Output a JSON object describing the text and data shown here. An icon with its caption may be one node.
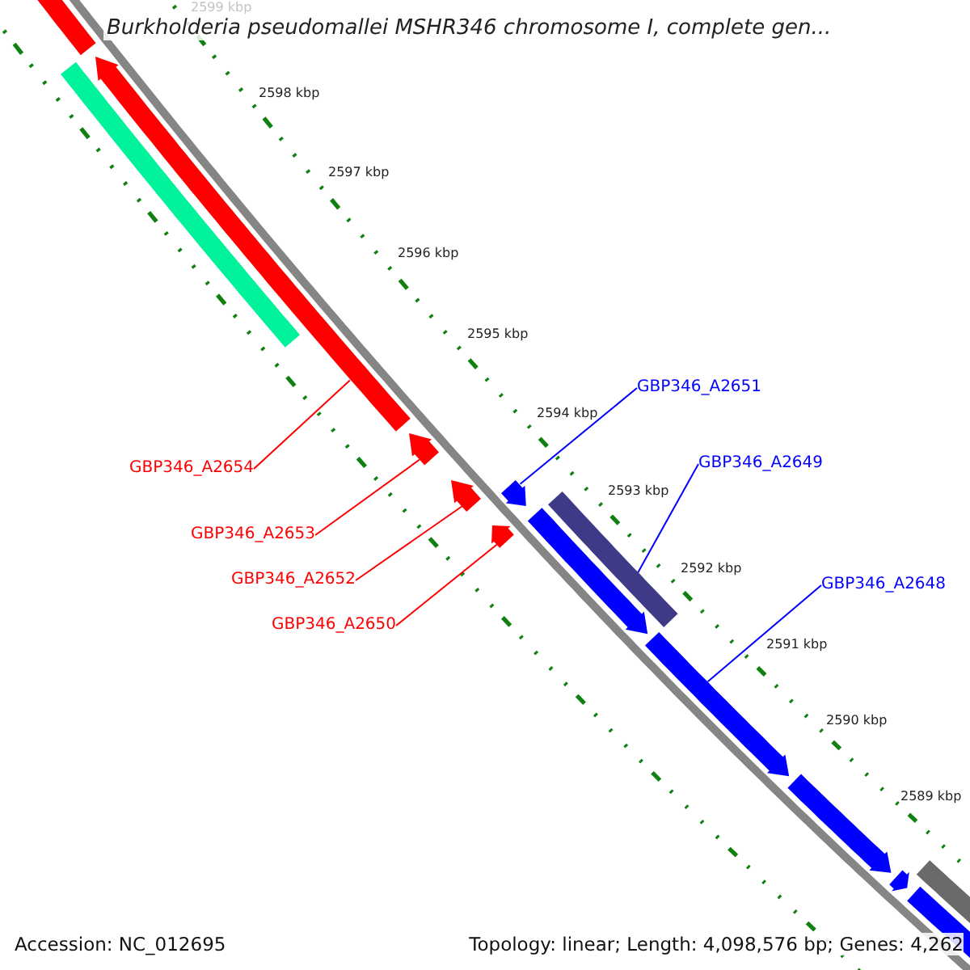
{
  "diagram": {
    "title": "Burkholderia pseudomallei MSHR346 chromosome I, complete gen...",
    "nodes": [
      {
        "text": [
          "GBP346_A2651"
        ]
      },
      {
        "text": [
          "GBP346_A2649"
        ]
      },
      {
        "text": [
          "GBP346_A2654"
        ]
      },
      {
        "text": [
          "GBP346_A2653"
        ]
      },
      {
        "text": [
          "GBP346_A2652"
        ]
      },
      {
        "text": [
          "GBP346_A2648"
        ]
      },
      {
        "text": [
          "GBP346_A2650"
        ]
      },
      {
        "text": [],
        "shape": "pentagon"
      },
      {
        "text": [],
        "shape": "pentagon"
      },
      {
        "text": [],
        "shape": "pentagon"
      },
      {
        "text": [],
        "shape": "pentagon"
      },
      {
        "text": [],
        "shape": "pentagon"
      },
      {
        "text": [],
        "shape": "bar"
      },
      {
        "text": [],
        "shape": "pentagon"
      }
    ],
    "edges": [
      {
        "from": 0,
        "to": 10,
        "arrow": "none",
        "color": "#0000ff"
      },
      {
        "from": 1,
        "to": 12,
        "arrow": "none",
        "color": "#0000ff"
      },
      {
        "from": 2,
        "to": 7,
        "arrow": "none"
      },
      {
        "from": 3,
        "to": 8,
        "arrow": "none"
      },
      {
        "from": 4,
        "to": 9,
        "arrow": "none"
      },
      {
        "from": 5,
        "to": 13,
        "arrow": "none",
        "color": "#0000ff"
      },
      {
        "from": 6,
        "to": 11,
        "arrow": "none"
      }
    ],
    "labels": [
      "2599 kbp",
      "2598 kbp",
      "2597 kbp",
      "2596 kbp",
      "2595 kbp",
      "2594 kbp",
      "2593 kbp",
      "2592 kbp",
      "2591 kbp",
      "2590 kbp",
      "2589 kbp",
      "Accession: NC_012695",
      "Topology: linear; Length: 4,098,576 bp; Genes: 4,262"
    ]
  }
}
